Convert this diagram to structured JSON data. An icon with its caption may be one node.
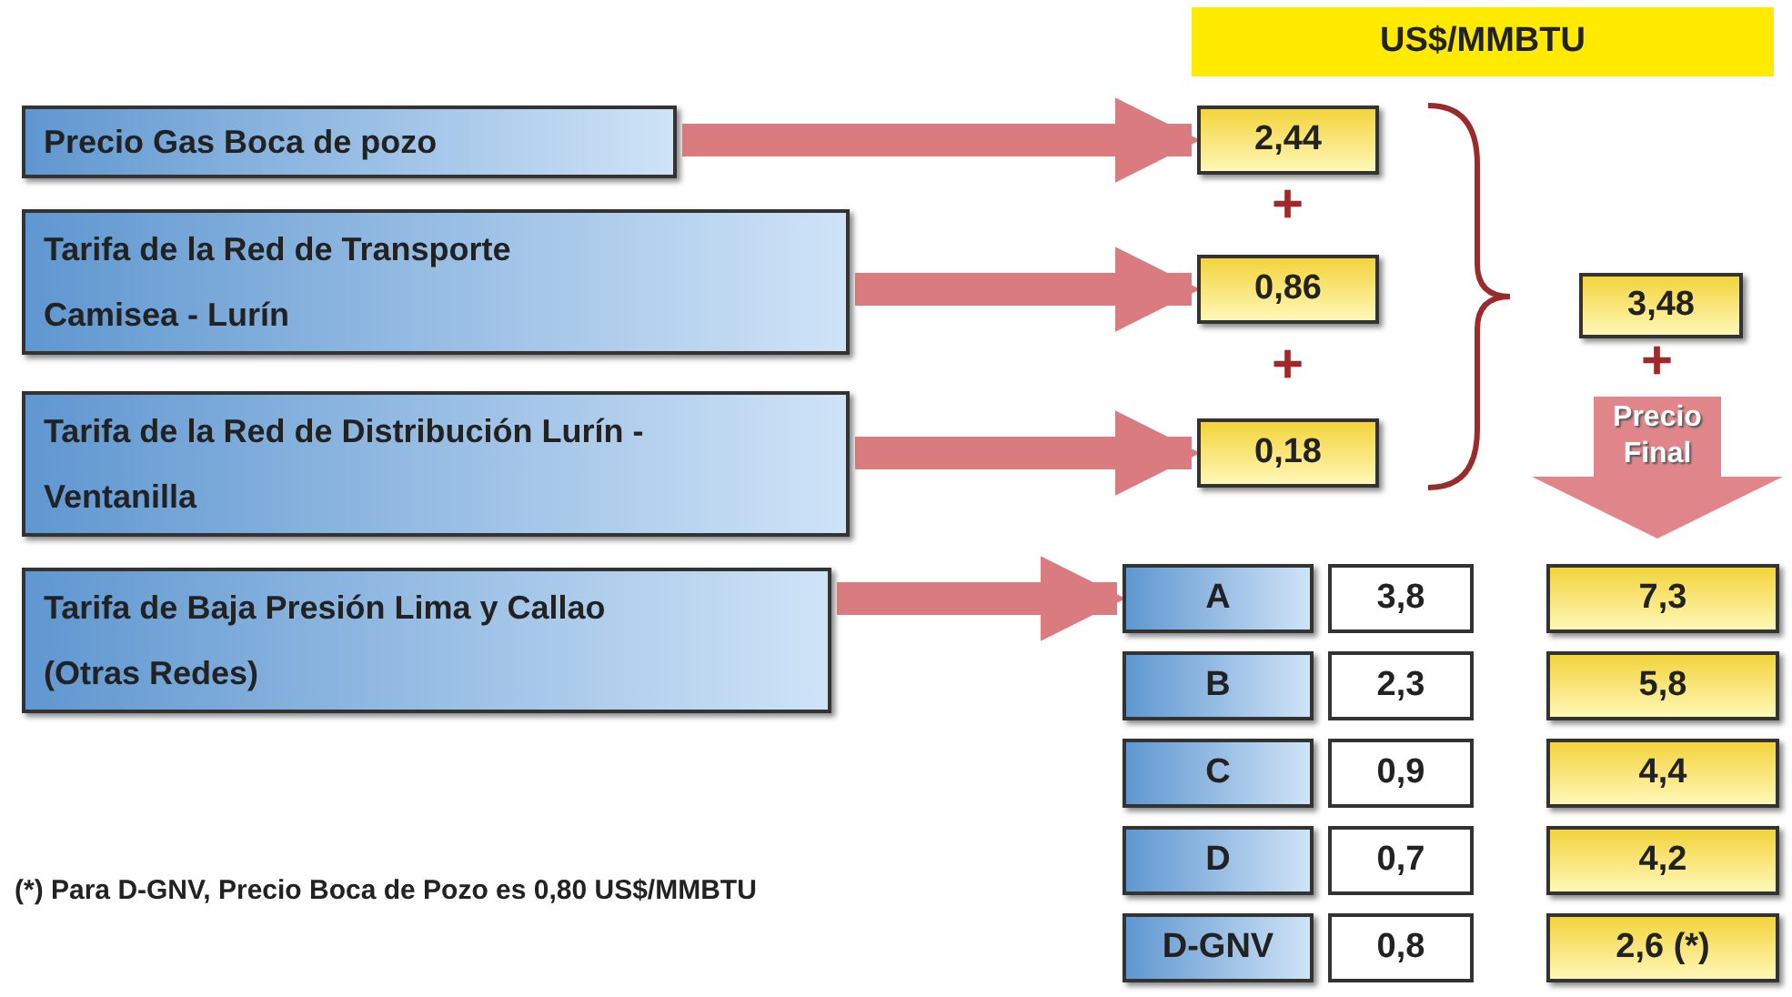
{
  "diagram": {
    "nodes": [
      {
        "text": [
          "US$/MMBTU"
        ]
      },
      {
        "text": [
          "Precio  Gas Boca de pozo"
        ]
      },
      {
        "text": [
          "Tarifa de la Red de Transporte Camisea - Lurín"
        ]
      },
      {
        "text": [
          "Tarifa de la Red de Distribución Lurín - Ventanilla"
        ]
      },
      {
        "text": [
          "Tarifa de Baja Presión Lima y Callao (Otras Redes)"
        ]
      },
      {
        "text": [
          "2,44"
        ]
      },
      {
        "text": [
          "0,86"
        ]
      },
      {
        "text": [
          "0,18"
        ]
      },
      {
        "text": [
          "3,48"
        ]
      },
      {
        "text": [
          "Precio Final"
        ]
      },
      {
        "text": [
          "A"
        ]
      },
      {
        "text": [
          "3,8"
        ]
      },
      {
        "text": [
          "7,3"
        ]
      },
      {
        "text": [
          "B"
        ]
      },
      {
        "text": [
          "2,3"
        ]
      },
      {
        "text": [
          "5,8"
        ]
      },
      {
        "text": [
          "C"
        ]
      },
      {
        "text": [
          "0,9"
        ]
      },
      {
        "text": [
          "4,4"
        ]
      },
      {
        "text": [
          "D"
        ]
      },
      {
        "text": [
          "0,7"
        ]
      },
      {
        "text": [
          "4,2"
        ]
      },
      {
        "text": [
          "D-GNV"
        ]
      },
      {
        "text": [
          "0,8"
        ]
      },
      {
        "text": [
          "2,6 (*)"
        ]
      }
    ],
    "edges": [
      {
        "from": 1,
        "to": 5,
        "arrow": "to"
      },
      {
        "from": 2,
        "to": 6,
        "arrow": "to"
      },
      {
        "from": 3,
        "to": 7,
        "arrow": "to"
      },
      {
        "from": 4,
        "to": 10,
        "arrow": "to"
      }
    ],
    "labels": [
      "+",
      "+",
      "+",
      "(*) Para D-GNV, Precio Boca de Pozo es 0,80 US$/MMBTU"
    ]
  }
}
